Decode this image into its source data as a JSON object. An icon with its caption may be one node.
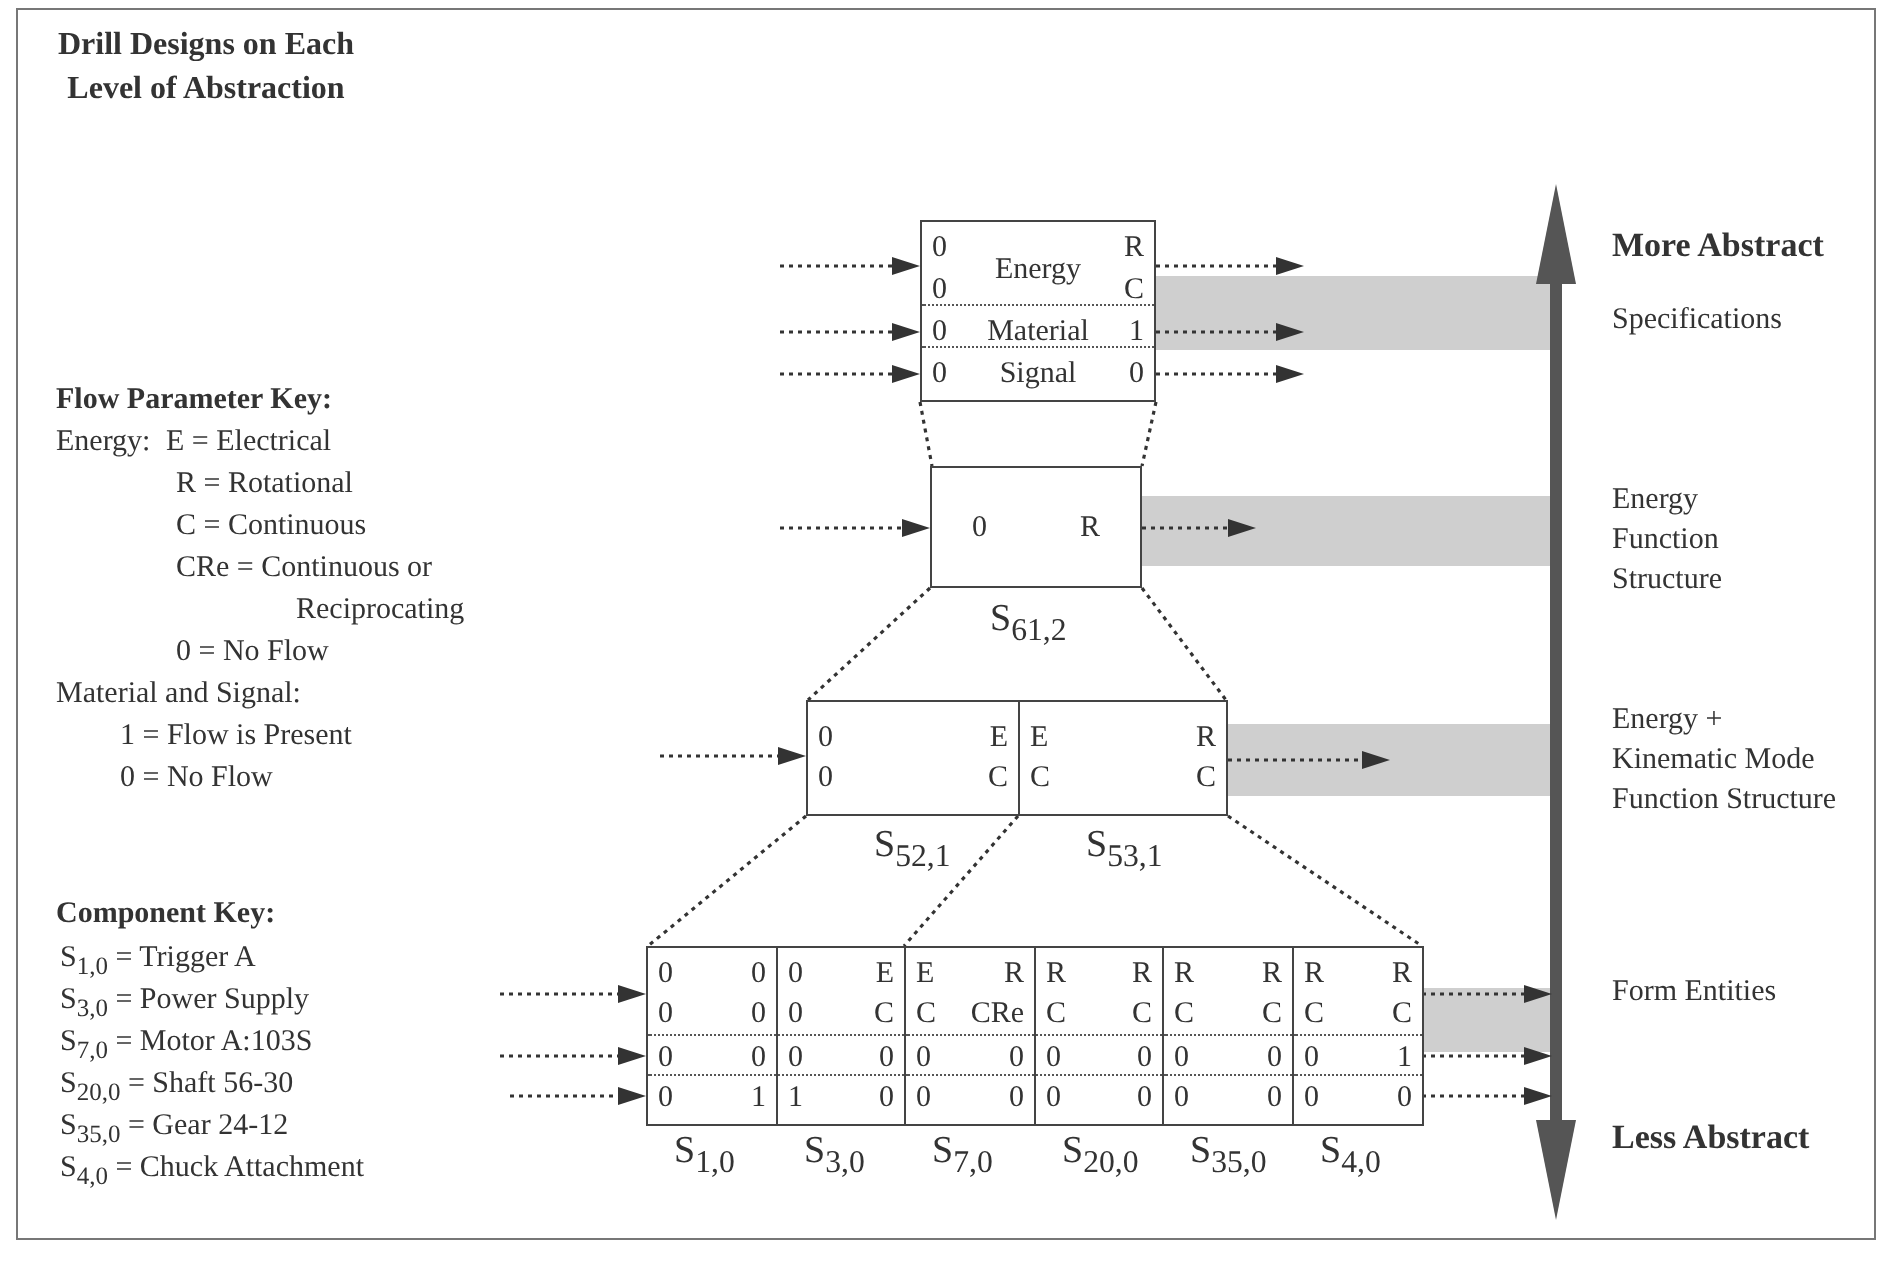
{
  "diagram": {
    "title": "Drill Designs on Each Level of Abstraction",
    "nodes": [
      {
        "text": [
          "0",
          "Energy",
          "R",
          "0",
          "C",
          "0",
          "Material",
          "1",
          "0",
          "Signal",
          "0"
        ]
      },
      {
        "text": [
          "0",
          "R"
        ],
        "beside": [
          "S$_{61,2}$"
        ]
      },
      {
        "text": [
          "0",
          "E",
          "0",
          "C"
        ],
        "beside": [
          "S$_{52,1}$"
        ]
      },
      {
        "text": [
          "E",
          "R",
          "C",
          "C"
        ],
        "beside": [
          "S$_{53,1}$"
        ]
      },
      {
        "text": [
          "0",
          "0",
          "0",
          "0",
          "0",
          "0",
          "0",
          "1"
        ],
        "beside": [
          "S$_{1,0}$"
        ]
      },
      {
        "text": [
          "0",
          "E",
          "0",
          "C",
          "0",
          "0",
          "1",
          "0"
        ],
        "beside": [
          "S$_{3,0}$"
        ]
      },
      {
        "text": [
          "E",
          "R",
          "C",
          "CRe",
          "0",
          "0",
          "0",
          "0"
        ],
        "beside": [
          "S$_{7,0}$"
        ]
      },
      {
        "text": [
          "R",
          "R",
          "C",
          "C",
          "0",
          "0",
          "0",
          "0"
        ],
        "beside": [
          "S$_{20,0}$"
        ]
      },
      {
        "text": [
          "R",
          "R",
          "C",
          "C",
          "0",
          "0",
          "0",
          "0"
        ],
        "beside": [
          "S$_{35,0}$"
        ]
      },
      {
        "text": [
          "R",
          "R",
          "C",
          "C",
          "0",
          "1",
          "0",
          "0"
        ],
        "beside": [
          "S$_{4,0}$"
        ]
      }
    ],
    "edges": [
      {
        "from": null,
        "to": 0,
        "arrow": "to"
      },
      {
        "from": null,
        "to": 0,
        "arrow": "to"
      },
      {
        "from": null,
        "to": 0,
        "arrow": "to"
      },
      {
        "from": 0,
        "to": null,
        "arrow": "to"
      },
      {
        "from": 0,
        "to": null,
        "arrow": "to"
      },
      {
        "from": 0,
        "to": null,
        "arrow": "to"
      },
      {
        "from": 0,
        "to": 1,
        "arrow": "none"
      },
      {
        "from": 0,
        "to": 1,
        "arrow": "none"
      },
      {
        "from": null,
        "to": 1,
        "arrow": "to"
      },
      {
        "from": 1,
        "to": null,
        "arrow": "to"
      },
      {
        "from": 1,
        "to": 2,
        "arrow": "none"
      },
      {
        "from": 1,
        "to": 3,
        "arrow": "none"
      },
      {
        "from": null,
        "to": 2,
        "arrow": "to"
      },
      {
        "from": 3,
        "to": null,
        "arrow": "to"
      },
      {
        "from": 2,
        "to": 4,
        "arrow": "none"
      },
      {
        "from": 3,
        "to": 6,
        "arrow": "none"
      },
      {
        "from": 3,
        "to": 9,
        "arrow": "none"
      },
      {
        "from": null,
        "to": 4,
        "arrow": "to"
      },
      {
        "from": null,
        "to": 4,
        "arrow": "to"
      },
      {
        "from": null,
        "to": 4,
        "arrow": "to"
      },
      {
        "from": 9,
        "to": null,
        "arrow": "to"
      },
      {
        "from": 9,
        "to": null,
        "arrow": "to"
      },
      {
        "from": 9,
        "to": null,
        "arrow": "to"
      }
    ],
    "labels": [
      "Flow Parameter Key:",
      "Energy:",
      "E = Electrical",
      "R = Rotational",
      "C = Continuous",
      "CRe = Continuous or Reciprocating",
      "0 = No Flow",
      "Material and Signal:",
      "1 = Flow is Present",
      "0 = No Flow",
      "Component Key:",
      "S$_{1,0}$ = Trigger A",
      "S$_{3,0}$ = Power Supply",
      "S$_{7,0}$ = Motor A:103S",
      "S$_{20,0}$ = Shaft 56-30",
      "S$_{35,0}$ = Gear 24-12",
      "S$_{4,0}$ = Chuck Attachment",
      "More Abstract",
      "Specifications",
      "Energy Function Structure",
      "Energy + Kinematic Mode Function Structure",
      "Form Entities",
      "Less Abstract"
    ]
  }
}
